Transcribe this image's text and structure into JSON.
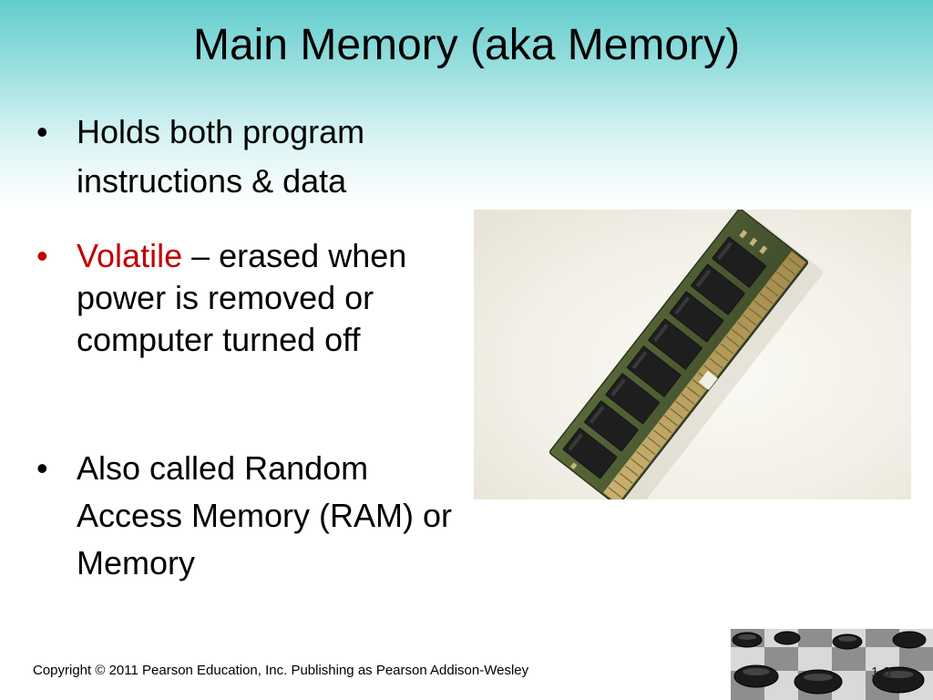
{
  "slide": {
    "title": "Main Memory (aka Memory)",
    "bullets": [
      {
        "marker": "•",
        "text": "Holds both program instructions & data"
      },
      {
        "marker": "•",
        "highlight": "Volatile",
        "text": " – erased when power is removed or computer turned off",
        "highlight_color": "#c00000"
      },
      {
        "marker": "•",
        "text": "Also called Random Access Memory (RAM) or Memory"
      }
    ],
    "image": {
      "icon": "ram-module-icon"
    },
    "decoration": {
      "icon": "checkers-board-icon"
    },
    "footer": {
      "copyright": "Copyright © 2011 Pearson Education, Inc. Publishing as Pearson Addison-Wesley",
      "slide_number": "1-8"
    }
  },
  "colors": {
    "title_bar_gradient_top": "#62cdcd",
    "text": "#000000",
    "highlight": "#c00000"
  }
}
